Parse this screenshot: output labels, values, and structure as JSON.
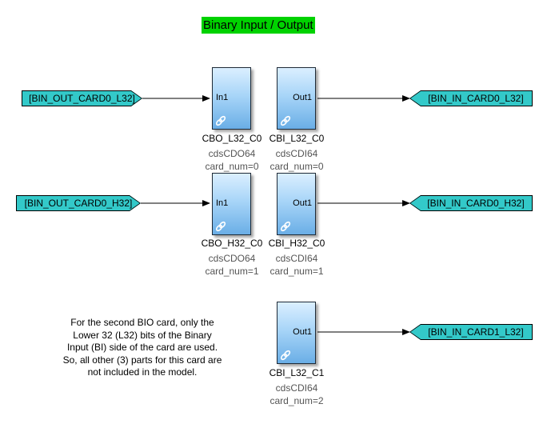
{
  "title": "Binary Input / Output",
  "goto_tags": [
    {
      "label": "[BIN_OUT_CARD0_L32]"
    },
    {
      "label": "[BIN_OUT_CARD0_H32]"
    }
  ],
  "from_tags": [
    {
      "label": "[BIN_IN_CARD0_L32]"
    },
    {
      "label": "[BIN_IN_CARD0_H32]"
    },
    {
      "label": "[BIN_IN_CARD1_L32]"
    }
  ],
  "blocks": [
    {
      "name": "CBO_L32_C0",
      "port": "In1",
      "type": "cdsCDO64",
      "param": "card_num=0"
    },
    {
      "name": "CBI_L32_C0",
      "port": "Out1",
      "type": "cdsCDI64",
      "param": "card_num=0"
    },
    {
      "name": "CBO_H32_C0",
      "port": "In1",
      "type": "cdsCDO64",
      "param": "card_num=1"
    },
    {
      "name": "CBI_H32_C0",
      "port": "Out1",
      "type": "cdsCDI64",
      "param": "card_num=1"
    },
    {
      "name": "CBI_L32_C1",
      "port": "Out1",
      "type": "cdsCDI64",
      "param": "card_num=2"
    }
  ],
  "note": "For the second BIO card, only the Lower 32 (L32) bits of the Binary Input (BI) side of the card are used. So, all other (3) parts for this card are not included in the model.",
  "colors": {
    "title_bg": "#00d200",
    "tag_fill": "#33c9c9",
    "block_top": "#dbefff",
    "block_bottom": "#6aaee6"
  }
}
